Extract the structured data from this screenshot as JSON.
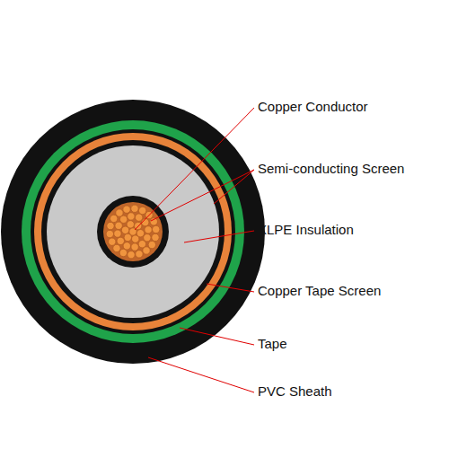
{
  "diagram": {
    "labels": [
      "Copper Conductor",
      "Semi-conducting Screen",
      "XLPE Insulation",
      "Copper Tape Screen",
      "Tape",
      "PVC Sheath"
    ]
  }
}
